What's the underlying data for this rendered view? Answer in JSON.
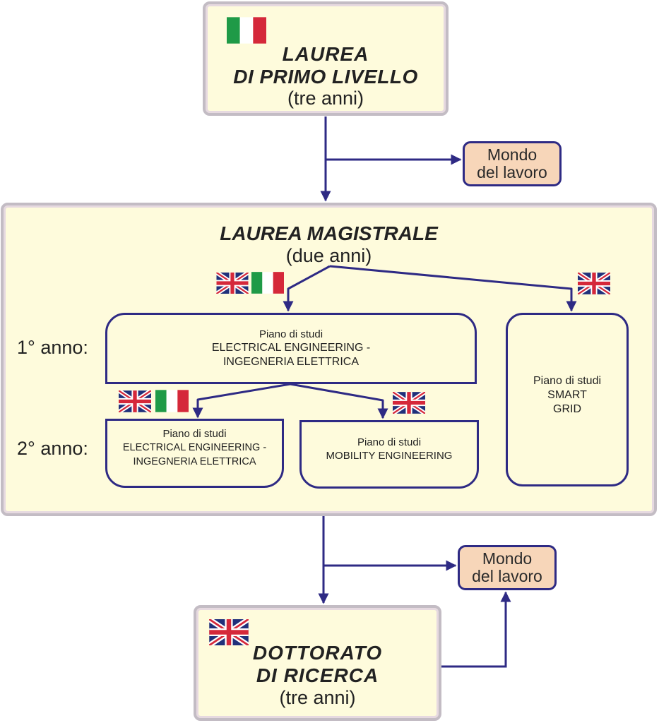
{
  "colors": {
    "box_fill": "#fefbdc",
    "box_border": "#c3bcc4",
    "arrow": "#2e2a84",
    "job_fill": "#f7d6b9",
    "flag_green": "#1f9a47",
    "flag_red": "#d5283a",
    "uk_blue": "#20307a"
  },
  "bachelor": {
    "title_line1": "LAUREA",
    "title_line2": "DI PRIMO LIVELLO",
    "duration": "(tre anni)",
    "flags": [
      "italy-flag"
    ]
  },
  "job_market_1": {
    "line1": "Mondo",
    "line2": "del lavoro"
  },
  "master": {
    "title": "LAUREA MAGISTRALE",
    "duration": "(due anni)",
    "year1_label": "1° anno:",
    "year2_label": "2° anno:",
    "plans": {
      "year1_electrical": {
        "line1": "Piano di studi",
        "line2": "ELECTRICAL ENGINEERING -",
        "line3": "INGEGNERIA ELETTRICA",
        "flags": [
          "uk-flag",
          "italy-flag"
        ]
      },
      "smart_grid": {
        "line1": "Piano di studi",
        "line2": "SMART",
        "line3": "GRID",
        "flags": [
          "uk-flag"
        ]
      },
      "year2_electrical": {
        "line1": "Piano di studi",
        "line2": "ELECTRICAL ENGINEERING -",
        "line3": "INGEGNERIA ELETTRICA",
        "flags": [
          "uk-flag",
          "italy-flag"
        ]
      },
      "mobility": {
        "line1": "Piano di studi",
        "line2": "MOBILITY ENGINEERING",
        "flags": [
          "uk-flag"
        ]
      }
    }
  },
  "job_market_2": {
    "line1": "Mondo",
    "line2": "del lavoro"
  },
  "phd": {
    "title_line1": "DOTTORATO",
    "title_line2": "DI RICERCA",
    "duration": "(tre anni)",
    "flags": [
      "uk-flag"
    ]
  }
}
